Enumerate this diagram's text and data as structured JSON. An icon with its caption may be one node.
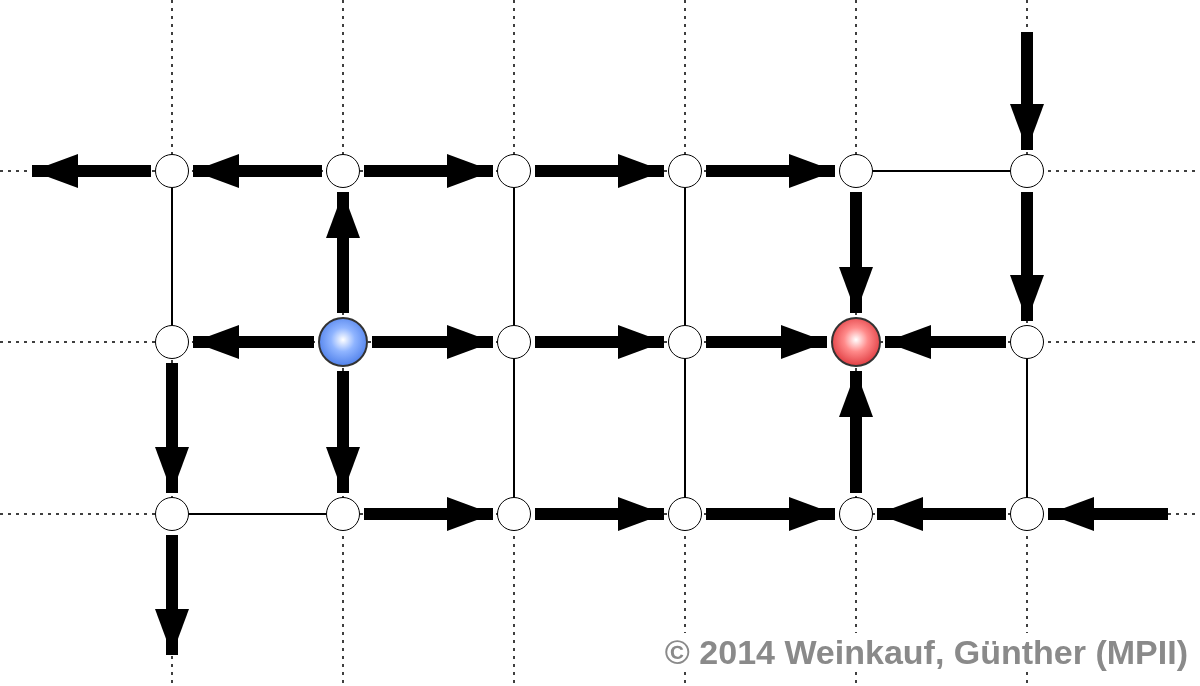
{
  "diagram": {
    "nodes": [
      {
        "text": [],
        "shape": "circle"
      },
      {
        "text": [],
        "shape": "circle"
      },
      {
        "text": [],
        "shape": "circle"
      },
      {
        "text": [],
        "shape": "circle"
      },
      {
        "text": [],
        "shape": "circle"
      },
      {
        "text": [],
        "shape": "circle"
      },
      {
        "text": [],
        "shape": "circle"
      },
      {
        "text": [],
        "shape": "circle"
      },
      {
        "text": [],
        "shape": "circle"
      },
      {
        "text": [],
        "shape": "circle"
      },
      {
        "text": [],
        "shape": "circle"
      },
      {
        "text": [],
        "shape": "circle"
      },
      {
        "text": [],
        "shape": "circle"
      },
      {
        "text": [],
        "shape": "circle"
      },
      {
        "text": [],
        "shape": "circle"
      },
      {
        "text": [],
        "shape": "circle"
      },
      {
        "text": [],
        "shape": "circle"
      },
      {
        "text": [],
        "shape": "circle"
      }
    ],
    "edges": [
      {
        "from": 0,
        "to": null,
        "arrow": "to"
      },
      {
        "from": 1,
        "to": 0,
        "arrow": "to"
      },
      {
        "from": 1,
        "to": 2,
        "arrow": "to"
      },
      {
        "from": 2,
        "to": 3,
        "arrow": "to"
      },
      {
        "from": 3,
        "to": 4,
        "arrow": "to"
      },
      {
        "from": 4,
        "to": 5,
        "arrow": "none"
      },
      {
        "from": null,
        "to": 5,
        "arrow": "to"
      },
      {
        "from": 0,
        "to": 6,
        "arrow": "none"
      },
      {
        "from": 7,
        "to": 1,
        "arrow": "to"
      },
      {
        "from": 2,
        "to": 8,
        "arrow": "none"
      },
      {
        "from": 3,
        "to": 9,
        "arrow": "none"
      },
      {
        "from": 4,
        "to": 10,
        "arrow": "to"
      },
      {
        "from": 5,
        "to": 11,
        "arrow": "to"
      },
      {
        "from": 7,
        "to": 6,
        "arrow": "to"
      },
      {
        "from": 7,
        "to": 8,
        "arrow": "to"
      },
      {
        "from": 8,
        "to": 9,
        "arrow": "to"
      },
      {
        "from": 9,
        "to": 10,
        "arrow": "to"
      },
      {
        "from": 11,
        "to": 10,
        "arrow": "to"
      },
      {
        "from": 6,
        "to": 12,
        "arrow": "to"
      },
      {
        "from": 7,
        "to": 13,
        "arrow": "to"
      },
      {
        "from": 8,
        "to": 14,
        "arrow": "none"
      },
      {
        "from": 9,
        "to": 15,
        "arrow": "none"
      },
      {
        "from": 16,
        "to": 10,
        "arrow": "to"
      },
      {
        "from": 11,
        "to": 17,
        "arrow": "none"
      },
      {
        "from": 12,
        "to": 13,
        "arrow": "none"
      },
      {
        "from": 13,
        "to": 14,
        "arrow": "to"
      },
      {
        "from": 14,
        "to": 15,
        "arrow": "to"
      },
      {
        "from": 15,
        "to": 16,
        "arrow": "to"
      },
      {
        "from": 17,
        "to": 16,
        "arrow": "to"
      },
      {
        "from": null,
        "to": 17,
        "arrow": "to"
      },
      {
        "from": 12,
        "to": null,
        "arrow": "to"
      }
    ],
    "labels": [
      "© 2014 Weinkauf, Günther (MPII)"
    ]
  }
}
